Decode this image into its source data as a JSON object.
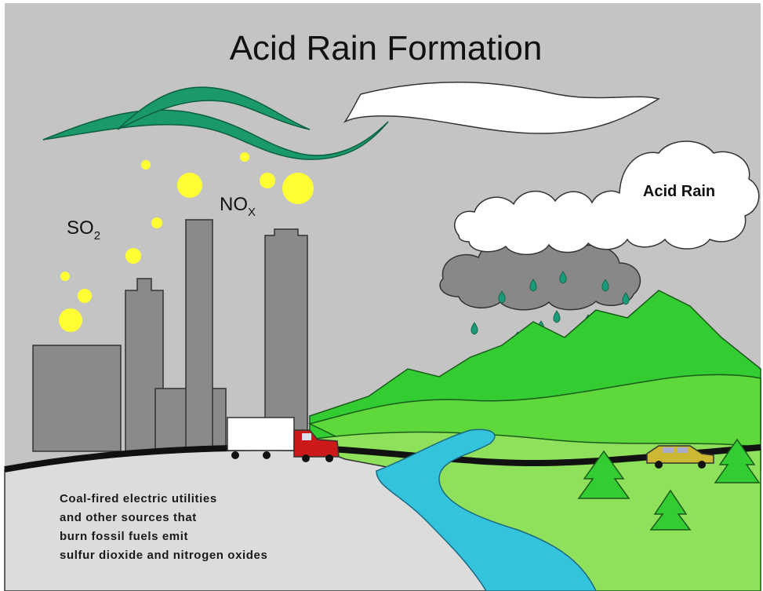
{
  "title": "Acid Rain Formation",
  "labels": {
    "so2_base": "SO",
    "so2_sub": "2",
    "nox_base": "NO",
    "nox_sub": "X",
    "acid_rain": "Acid Rain"
  },
  "caption_lines": [
    "Coal-fired electric utilities",
    "and other sources that",
    "burn fossil fuels emit",
    "sulfur dioxide and nitrogen oxides"
  ],
  "colors": {
    "sky": "#c2c2c2",
    "ground": "#dcdcdc",
    "building": "#8a8a8a",
    "pollutant": "#ffff33",
    "green_ribbon": "#1a9a6a",
    "hills": "#33cc33",
    "hills_light": "#8fe05a",
    "river": "#33c3dd",
    "rain_drop": "#1a9a7a",
    "dark_cloud": "#888888"
  }
}
